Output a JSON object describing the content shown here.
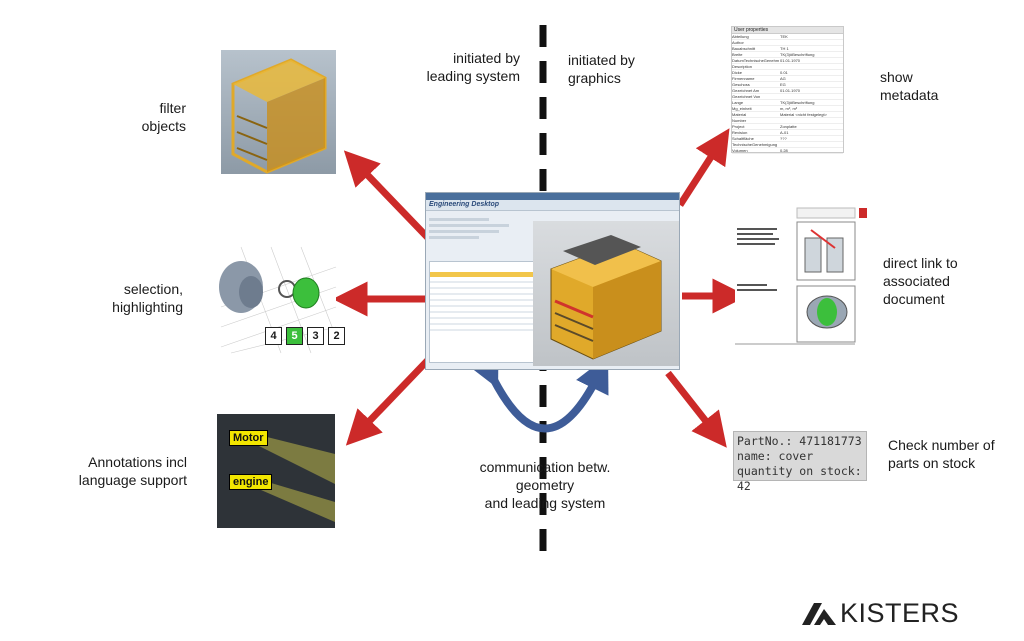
{
  "top_left_label": "initiated by\nleading system",
  "top_right_label": "initiated by\ngraphics",
  "bottom_label": "communication betw.\ngeometry\nand leading system",
  "left": {
    "filter": "filter\nobjects",
    "selection": "selection,\nhighlighting",
    "annotations": "Annotations incl\nlanguage support"
  },
  "right": {
    "metadata": "show\nmetadata",
    "document": "direct link to\nassociated\ndocument",
    "stock": "Check number of\nparts on stock"
  },
  "annotation_tags": {
    "motor": "Motor",
    "engine": "engine"
  },
  "selection_numbers": [
    "4",
    "5",
    "3",
    "2"
  ],
  "part_info": {
    "line1": "PartNo.: 471181773",
    "line2": "name: cover",
    "line3": "quantity on stock: 42"
  },
  "center_app": {
    "title": "Engineering Desktop"
  },
  "metadata_panel": {
    "header": "User properties",
    "rows": [
      [
        "Abteilung",
        "TEK"
      ],
      [
        "Author",
        ""
      ],
      [
        "Bauabschnitt",
        "TH 1"
      ],
      [
        "Breite",
        "TK(3)#Beschriftung"
      ],
      [
        "DatumTechnischeGenehm",
        "01.01.1970"
      ],
      [
        "Description",
        ""
      ],
      [
        "Dicke",
        "0.01"
      ],
      [
        "Firmenname",
        "AG"
      ],
      [
        "Geschoss",
        "EG"
      ],
      [
        "Gezeichnet Am",
        "01.01.1970"
      ],
      [
        "Gezeichnet Von",
        ""
      ],
      [
        "Lange",
        "TK(3)#Beschriftung"
      ],
      [
        "Mg_einheit",
        "m, m², m³"
      ],
      [
        "Material",
        "Material <nicht festgelegt>"
      ],
      [
        "Number",
        ""
      ],
      [
        "Project",
        "Zonplatte"
      ],
      [
        "Revision",
        "A-01"
      ],
      [
        "Schaltfläche",
        "???"
      ],
      [
        "TechnischeGenehmigung",
        ""
      ],
      [
        "Volumen",
        "0.28"
      ]
    ]
  },
  "brand": "KISTERS",
  "colors": {
    "arrow_red": "#cc2a29",
    "arrow_blue": "#3e5c98",
    "machine_yellow": "#e0a92a",
    "highlight_green": "#3cbf3c"
  }
}
